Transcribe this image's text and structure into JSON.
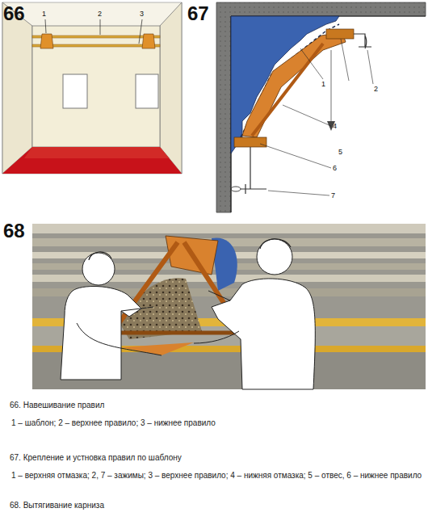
{
  "diagram": {
    "labels": [
      "66",
      "1",
      "2",
      "3",
      "67",
      "1",
      "2",
      "4",
      "5",
      "6",
      "7",
      "68",
      "66. Навешивание правил",
      "1 – шаблон; 2 – верхнее правило; 3 – нижнее правило",
      "67. Крепление и устновка правил по шаблону",
      "1 – верхняя отмазка; 2, 7 – зажимы; 3 – верхнее правило; 4 – нижняя отмазка; 5 – отвес, 6 – нижнее правило",
      "68. Вытягивание карниза"
    ]
  }
}
